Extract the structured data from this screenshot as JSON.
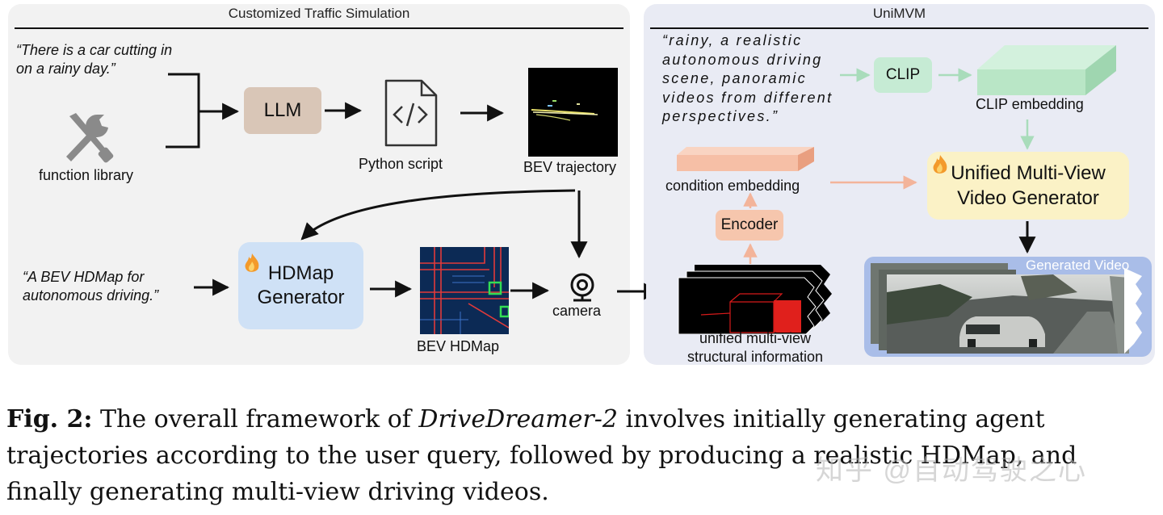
{
  "left_panel": {
    "title": "Customized Traffic Simulation",
    "query_trajectory": "“There is a car cutting in on a rainy day.”",
    "function_library_label": "function library",
    "llm_label": "LLM",
    "python_script_label": "Python script",
    "bev_trajectory_label": "BEV trajectory",
    "query_hdmap": "“A BEV HDMap for autonomous driving.”",
    "hdmap_generator_line1": "HDMap",
    "hdmap_generator_line2": "Generator",
    "bev_hdmap_label": "BEV HDMap",
    "camera_label": "camera"
  },
  "right_panel": {
    "title": "UniMVM",
    "text_prompt": "“rainy, a realistic autonomous driving scene, panoramic videos from different perspectives.”",
    "clip_label": "CLIP",
    "clip_embedding_label": "CLIP embedding",
    "condition_embedding_label": "condition embedding",
    "encoder_label": "Encoder",
    "structural_info_line1": "unified multi-view",
    "structural_info_line2": "structural information",
    "generator_line1": "Unified Multi-View",
    "generator_line2": "Video Generator",
    "generated_video_label": "Generated Video"
  },
  "caption": {
    "fig_label": "Fig. 2:",
    "text_before": " The overall framework of ",
    "model_name": "DriveDreamer-2",
    "text_after": " involves initially generating agent trajectories according to the user query, followed by producing a realistic HDMap, and finally generating multi-view driving videos."
  },
  "watermark": "知乎 @自动驾驶之心",
  "colors": {
    "llm_box": "#d9c6b7",
    "hdmap_box": "#cfe1f6",
    "clip_box": "#c6ebd4",
    "encoder_box": "#f6c6ad",
    "generator_box": "#fbf2c6",
    "green_arrow": "#a9dcbb",
    "orange_arrow": "#f3b49a"
  }
}
